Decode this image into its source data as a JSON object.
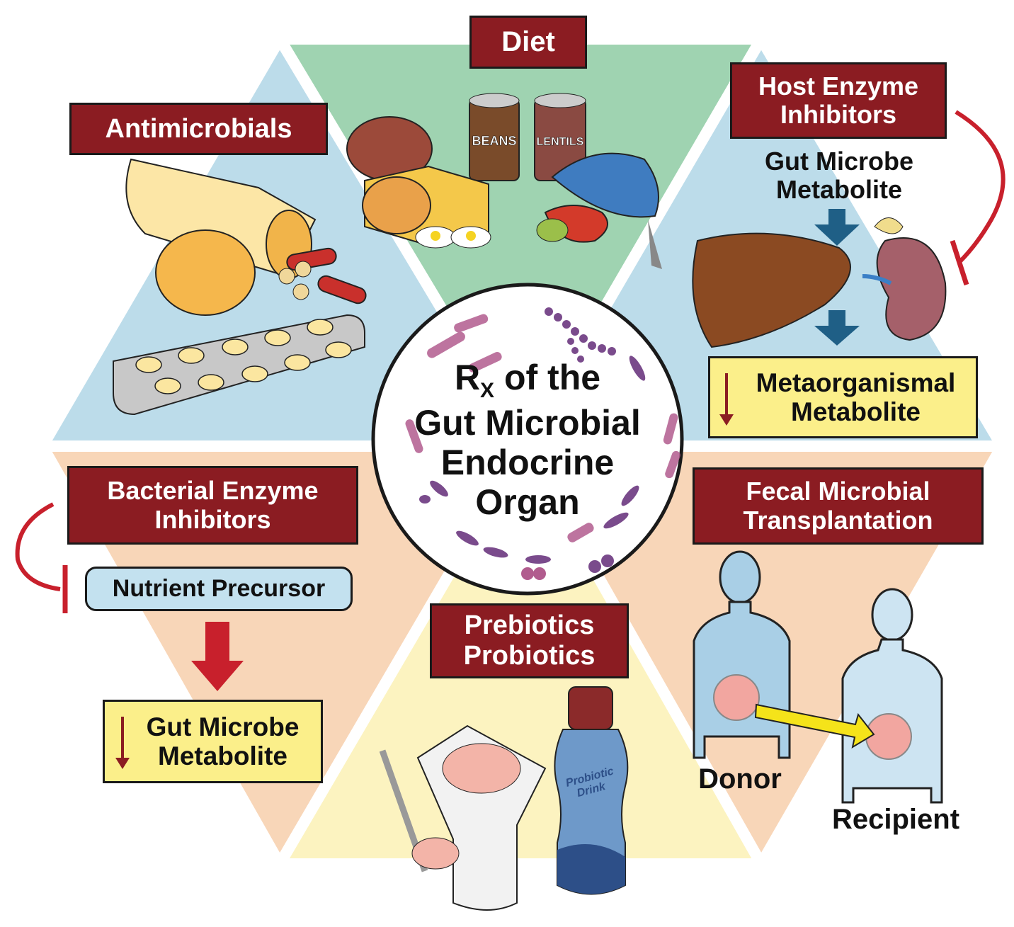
{
  "title": {
    "line1_main": "R",
    "line1_sub": "X",
    "line1_rest": " of the",
    "line2": "Gut Microbial",
    "line3": "Endocrine",
    "line4": "Organ"
  },
  "sections": {
    "diet": {
      "label": "Diet",
      "can1": "BEANS",
      "can2": "LENTILS"
    },
    "antimicrobials": {
      "label": "Antimicrobials"
    },
    "host_enzyme": {
      "label_line1": "Host Enzyme",
      "label_line2": "Inhibitors",
      "source_line1": "Gut Microbe",
      "source_line2": "Metabolite",
      "result_line1": "Metaorganismal",
      "result_line2": "Metabolite"
    },
    "bacterial_enzyme": {
      "label_line1": "Bacterial Enzyme",
      "label_line2": "Inhibitors",
      "precursor": "Nutrient Precursor",
      "result_line1": "Gut Microbe",
      "result_line2": "Metabolite"
    },
    "biotics": {
      "label_line1": "Prebiotics",
      "label_line2": "Probiotics",
      "bottle_line1": "Probiotic",
      "bottle_line2": "Drink"
    },
    "fmt": {
      "label_line1": "Fecal Microbial",
      "label_line2": "Transplantation",
      "donor": "Donor",
      "recipient": "Recipient"
    }
  },
  "colors": {
    "label_bg": "#8b1c22",
    "blue_panel": "#bcdcea",
    "green_panel": "#9fd3b1",
    "peach_panel": "#f8d6b8",
    "yellow_panel": "#fcf3c0",
    "highlight_box": "#fbef8a",
    "inhibit_red": "#c8202c"
  }
}
